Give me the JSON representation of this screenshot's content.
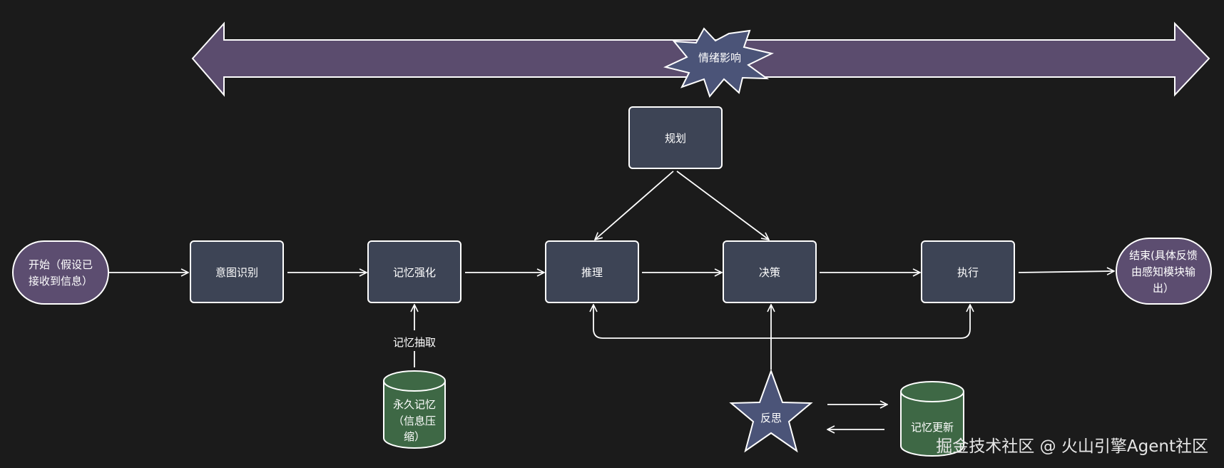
{
  "emotion": {
    "label": "情绪影响"
  },
  "nodes": {
    "start": {
      "line1": "开始（假设已",
      "line2": "接收到信息）"
    },
    "intent": "意图识别",
    "memory_enhance": "记忆强化",
    "reasoning": "推理",
    "planning": "规划",
    "decision": "决策",
    "execution": "执行",
    "end": {
      "line1": "结束(具体反馈",
      "line2": "由感知模块输",
      "line3": "出）"
    },
    "permanent_memory": {
      "line1": "永久记忆",
      "line2": "（信息压",
      "line3": "缩）"
    },
    "reflection": "反思",
    "memory_update": "记忆更新"
  },
  "edge_labels": {
    "memory_extract": "记忆抽取"
  },
  "watermark": "掘金技术社区 @ 火山引擎Agent社区",
  "colors": {
    "background": "#1b1b1b",
    "process_box": "#3d4455",
    "terminal": "#5c4d70",
    "emotion_band": "#5b4c6e",
    "star": "#4b5478",
    "cylinder": "#3e6845",
    "stroke": "#ffffff"
  }
}
